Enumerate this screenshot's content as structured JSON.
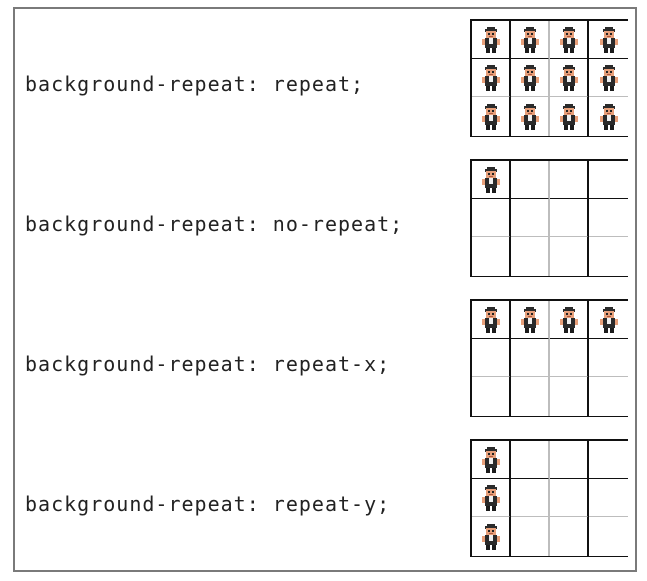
{
  "rows": [
    {
      "label": "background-repeat: repeat;",
      "mode": "repeat"
    },
    {
      "label": "background-repeat: no-repeat;",
      "mode": "no-repeat"
    },
    {
      "label": "background-repeat: repeat-x;",
      "mode": "repeat-x"
    },
    {
      "label": "background-repeat: repeat-y;",
      "mode": "repeat-y"
    }
  ],
  "grid": {
    "columns": 4,
    "rows": 3
  },
  "sprite_icon": "pixel-character-icon"
}
